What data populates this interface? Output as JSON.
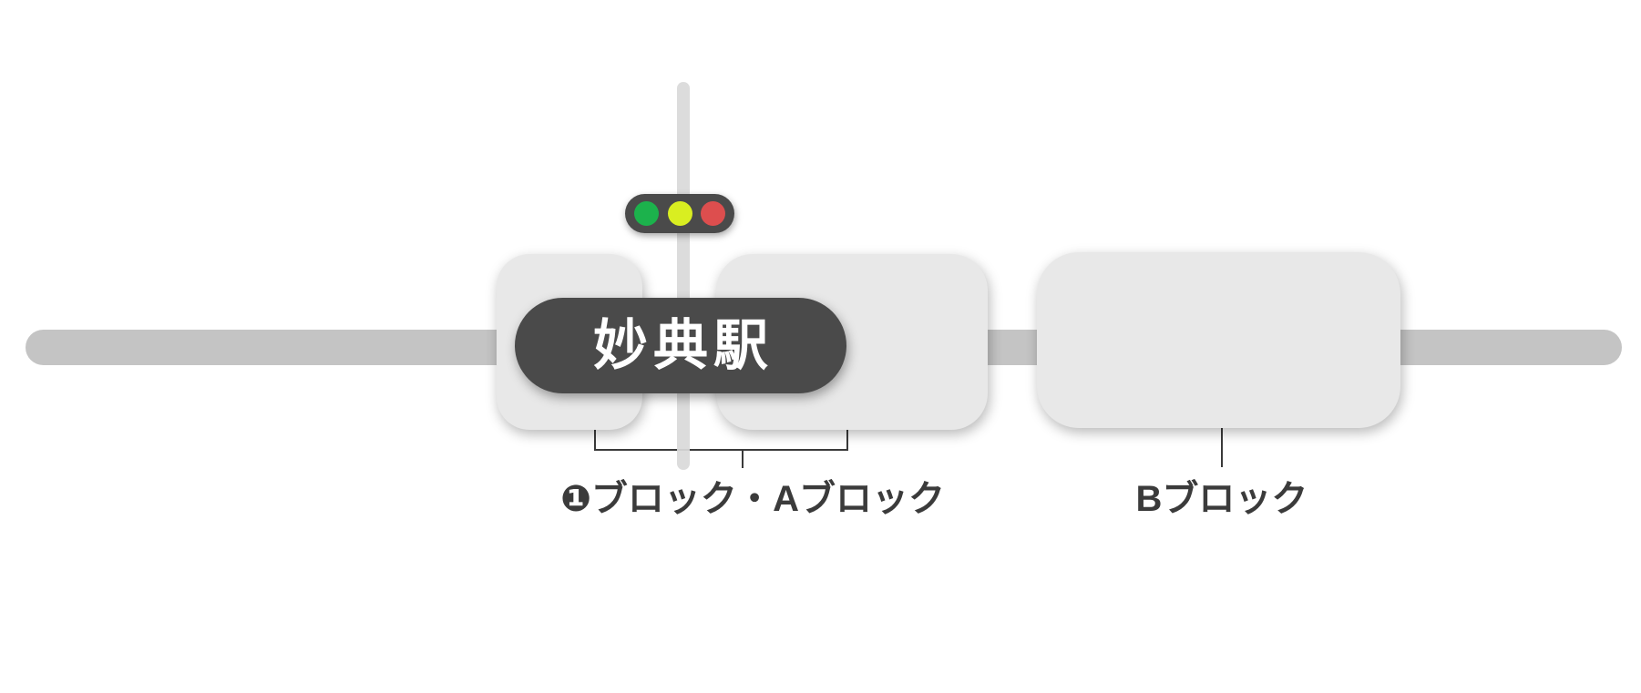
{
  "page": {
    "background": "#ffffff"
  },
  "station": {
    "name": "妙典駅",
    "pill_color": "#4a4a4a",
    "text_color": "#ffffff"
  },
  "traffic_light": {
    "housing_color": "#4a4a4a",
    "green": "#1cb24c",
    "yellow": "#d9ee21",
    "red": "#dd4e4e"
  },
  "roads": {
    "horizontal_color": "#c4c4c4",
    "vertical_color": "#d9d9d9"
  },
  "blocks": {
    "fill_color": "#e8e8e8",
    "label_color": "#3b3b3b",
    "block_1a_label": "❶ブロック・Aブロック",
    "block_b_label": "Bブロック"
  }
}
